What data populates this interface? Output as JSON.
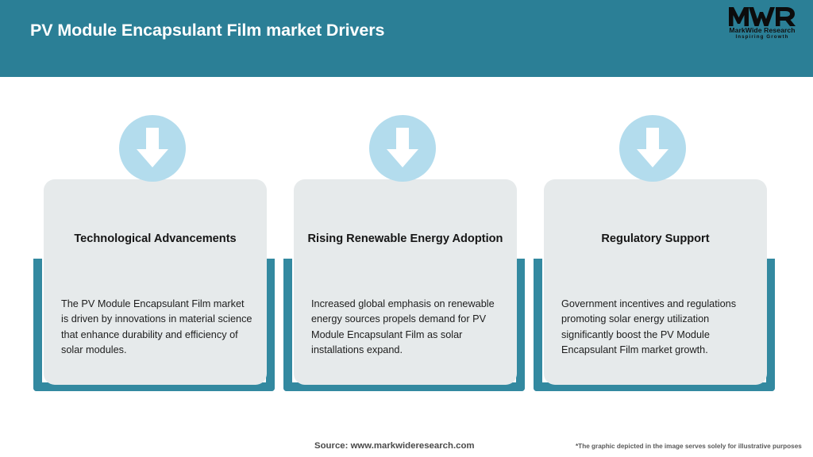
{
  "header": {
    "title": "PV Module Encapsulant Film market Drivers",
    "background_color": "#2b7f96",
    "title_color": "#ffffff"
  },
  "logo": {
    "mark": "MWR",
    "name": "MarkWide Research",
    "tagline": "Inspiring Growth"
  },
  "theme": {
    "accent_teal": "#3389a0",
    "circle_blue": "#b3dced",
    "card_gray": "#e6eaeb",
    "page_background": "#ffffff"
  },
  "cards": [
    {
      "icon": "down-arrow-icon",
      "title": "Technological Advancements",
      "body": "The PV Module Encapsulant Film market is driven by innovations in material science that enhance durability and efficiency of solar modules."
    },
    {
      "icon": "down-arrow-icon",
      "title": "Rising Renewable Energy Adoption",
      "body": "Increased global emphasis on renewable energy sources propels demand for PV Module Encapsulant Film as solar installations expand."
    },
    {
      "icon": "down-arrow-icon",
      "title": "Regulatory Support",
      "body": "Government incentives and regulations promoting solar energy utilization significantly boost the PV Module Encapsulant Film market growth."
    }
  ],
  "footer": {
    "source": "Source: www.markwideresearch.com",
    "disclaimer": "*The graphic depicted in the image serves solely for illustrative purposes"
  }
}
